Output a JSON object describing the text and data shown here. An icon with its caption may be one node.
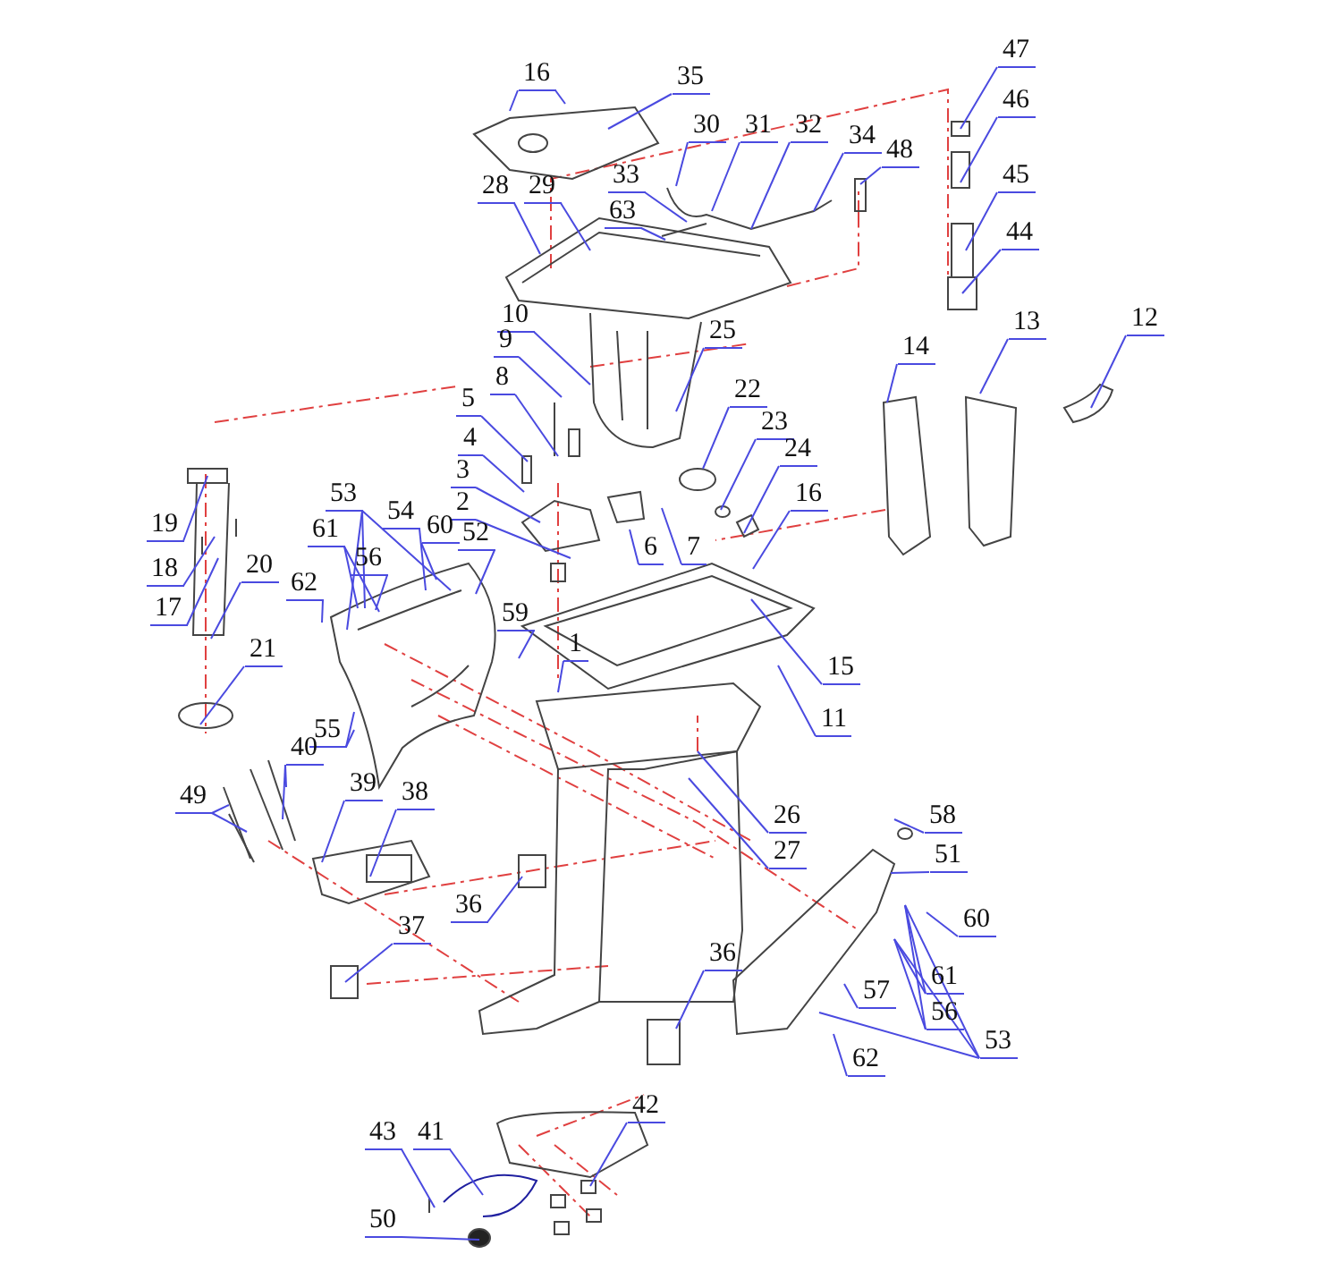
{
  "diagram": {
    "nodes": [
      {
        "text": [
          "16"
        ]
      },
      {
        "text": [
          "35"
        ]
      },
      {
        "text": [
          "47"
        ]
      },
      {
        "text": [
          "46"
        ]
      },
      {
        "text": [
          "45"
        ]
      },
      {
        "text": [
          "44"
        ]
      },
      {
        "text": [
          "30"
        ]
      },
      {
        "text": [
          "31"
        ]
      },
      {
        "text": [
          "32"
        ]
      },
      {
        "text": [
          "34"
        ]
      },
      {
        "text": [
          "48"
        ]
      },
      {
        "text": [
          "33"
        ]
      },
      {
        "text": [
          "63"
        ]
      },
      {
        "text": [
          "28"
        ]
      },
      {
        "text": [
          "29"
        ]
      },
      {
        "text": [
          "10"
        ]
      },
      {
        "text": [
          "9"
        ]
      },
      {
        "text": [
          "8"
        ]
      },
      {
        "text": [
          "5"
        ]
      },
      {
        "text": [
          "4"
        ]
      },
      {
        "text": [
          "3"
        ]
      },
      {
        "text": [
          "2"
        ]
      },
      {
        "text": [
          "25"
        ]
      },
      {
        "text": [
          "22"
        ]
      },
      {
        "text": [
          "23"
        ]
      },
      {
        "text": [
          "24"
        ]
      },
      {
        "text": [
          "16"
        ]
      },
      {
        "text": [
          "6"
        ]
      },
      {
        "text": [
          "7"
        ]
      },
      {
        "text": [
          "14"
        ]
      },
      {
        "text": [
          "13"
        ]
      },
      {
        "text": [
          "12"
        ]
      },
      {
        "text": [
          "15"
        ]
      },
      {
        "text": [
          "11"
        ]
      },
      {
        "text": [
          "19"
        ]
      },
      {
        "text": [
          "18"
        ]
      },
      {
        "text": [
          "17"
        ]
      },
      {
        "text": [
          "20"
        ]
      },
      {
        "text": [
          "21"
        ]
      },
      {
        "text": [
          "53"
        ]
      },
      {
        "text": [
          "61"
        ]
      },
      {
        "text": [
          "54"
        ]
      },
      {
        "text": [
          "60"
        ]
      },
      {
        "text": [
          "52"
        ]
      },
      {
        "text": [
          "56"
        ]
      },
      {
        "text": [
          "62"
        ]
      },
      {
        "text": [
          "59"
        ]
      },
      {
        "text": [
          "1"
        ]
      },
      {
        "text": [
          "55"
        ]
      },
      {
        "text": [
          "40"
        ]
      },
      {
        "text": [
          "49"
        ]
      },
      {
        "text": [
          "39"
        ]
      },
      {
        "text": [
          "38"
        ]
      },
      {
        "text": [
          "26"
        ]
      },
      {
        "text": [
          "27"
        ]
      },
      {
        "text": [
          "36"
        ]
      },
      {
        "text": [
          "37"
        ]
      },
      {
        "text": [
          "58"
        ]
      },
      {
        "text": [
          "51"
        ]
      },
      {
        "text": [
          "60"
        ]
      },
      {
        "text": [
          "61"
        ]
      },
      {
        "text": [
          "56"
        ]
      },
      {
        "text": [
          "57"
        ]
      },
      {
        "text": [
          "53"
        ]
      },
      {
        "text": [
          "62"
        ]
      },
      {
        "text": [
          "36"
        ]
      },
      {
        "text": [
          "43"
        ]
      },
      {
        "text": [
          "41"
        ]
      },
      {
        "text": [
          "42"
        ]
      },
      {
        "text": [
          "50"
        ]
      }
    ],
    "edges": [
      {
        "from": 0,
        "to": null,
        "arrow": "none"
      },
      {
        "from": 0,
        "to": null,
        "arrow": "none"
      },
      {
        "from": 1,
        "to": null,
        "arrow": "none"
      },
      {
        "from": 2,
        "to": null,
        "arrow": "none"
      },
      {
        "from": 3,
        "to": null,
        "arrow": "none"
      },
      {
        "from": 4,
        "to": null,
        "arrow": "none"
      },
      {
        "from": 5,
        "to": null,
        "arrow": "none"
      },
      {
        "from": 6,
        "to": null,
        "arrow": "none"
      },
      {
        "from": 7,
        "to": null,
        "arrow": "none"
      },
      {
        "from": 8,
        "to": null,
        "arrow": "none"
      },
      {
        "from": 9,
        "to": null,
        "arrow": "none"
      },
      {
        "from": 10,
        "to": null,
        "arrow": "none"
      },
      {
        "from": 11,
        "to": null,
        "arrow": "none"
      },
      {
        "from": 12,
        "to": null,
        "arrow": "none"
      },
      {
        "from": 13,
        "to": null,
        "arrow": "none"
      },
      {
        "from": 14,
        "to": null,
        "arrow": "none"
      },
      {
        "from": 15,
        "to": null,
        "arrow": "none"
      },
      {
        "from": 16,
        "to": null,
        "arrow": "none"
      },
      {
        "from": 17,
        "to": null,
        "arrow": "none"
      },
      {
        "from": 18,
        "to": null,
        "arrow": "none"
      },
      {
        "from": 19,
        "to": null,
        "arrow": "none"
      },
      {
        "from": 20,
        "to": null,
        "arrow": "none"
      },
      {
        "from": 21,
        "to": null,
        "arrow": "none"
      },
      {
        "from": 22,
        "to": null,
        "arrow": "none"
      },
      {
        "from": 23,
        "to": null,
        "arrow": "none"
      },
      {
        "from": 24,
        "to": null,
        "arrow": "none"
      },
      {
        "from": 25,
        "to": null,
        "arrow": "none"
      },
      {
        "from": 26,
        "to": null,
        "arrow": "none"
      },
      {
        "from": 27,
        "to": null,
        "arrow": "none"
      },
      {
        "from": 28,
        "to": null,
        "arrow": "none"
      },
      {
        "from": 29,
        "to": null,
        "arrow": "none"
      },
      {
        "from": 30,
        "to": null,
        "arrow": "none"
      },
      {
        "from": 31,
        "to": null,
        "arrow": "none"
      },
      {
        "from": 32,
        "to": null,
        "arrow": "none"
      },
      {
        "from": 33,
        "to": null,
        "arrow": "none"
      },
      {
        "from": 34,
        "to": null,
        "arrow": "none"
      },
      {
        "from": 35,
        "to": null,
        "arrow": "none"
      },
      {
        "from": 36,
        "to": null,
        "arrow": "none"
      },
      {
        "from": 37,
        "to": null,
        "arrow": "none"
      },
      {
        "from": 38,
        "to": null,
        "arrow": "none"
      },
      {
        "from": 39,
        "to": null,
        "arrow": "none"
      },
      {
        "from": 39,
        "to": null,
        "arrow": "none"
      },
      {
        "from": 39,
        "to": null,
        "arrow": "none"
      },
      {
        "from": 40,
        "to": null,
        "arrow": "none"
      },
      {
        "from": 40,
        "to": null,
        "arrow": "none"
      },
      {
        "from": 41,
        "to": null,
        "arrow": "none"
      },
      {
        "from": 42,
        "to": null,
        "arrow": "none"
      },
      {
        "from": 43,
        "to": null,
        "arrow": "none"
      },
      {
        "from": 44,
        "to": null,
        "arrow": "none"
      },
      {
        "from": 45,
        "to": null,
        "arrow": "none"
      },
      {
        "from": 46,
        "to": null,
        "arrow": "none"
      },
      {
        "from": 47,
        "to": null,
        "arrow": "none"
      },
      {
        "from": 48,
        "to": null,
        "arrow": "none"
      },
      {
        "from": 48,
        "to": null,
        "arrow": "none"
      },
      {
        "from": 49,
        "to": null,
        "arrow": "none"
      },
      {
        "from": 49,
        "to": null,
        "arrow": "none"
      },
      {
        "from": 50,
        "to": null,
        "arrow": "none"
      },
      {
        "from": 50,
        "to": null,
        "arrow": "none"
      },
      {
        "from": 51,
        "to": null,
        "arrow": "none"
      },
      {
        "from": 52,
        "to": null,
        "arrow": "none"
      },
      {
        "from": 53,
        "to": null,
        "arrow": "none"
      },
      {
        "from": 54,
        "to": null,
        "arrow": "none"
      },
      {
        "from": 55,
        "to": null,
        "arrow": "none"
      },
      {
        "from": 56,
        "to": null,
        "arrow": "none"
      },
      {
        "from": 57,
        "to": null,
        "arrow": "none"
      },
      {
        "from": 58,
        "to": null,
        "arrow": "none"
      },
      {
        "from": 59,
        "to": null,
        "arrow": "none"
      },
      {
        "from": 60,
        "to": null,
        "arrow": "none"
      },
      {
        "from": 60,
        "to": null,
        "arrow": "none"
      },
      {
        "from": 61,
        "to": null,
        "arrow": "none"
      },
      {
        "from": 61,
        "to": null,
        "arrow": "none"
      },
      {
        "from": 62,
        "to": null,
        "arrow": "none"
      },
      {
        "from": 63,
        "to": null,
        "arrow": "none"
      },
      {
        "from": 63,
        "to": null,
        "arrow": "none"
      },
      {
        "from": 63,
        "to": null,
        "arrow": "none"
      },
      {
        "from": 64,
        "to": null,
        "arrow": "none"
      },
      {
        "from": 65,
        "to": null,
        "arrow": "none"
      },
      {
        "from": 66,
        "to": null,
        "arrow": "none"
      },
      {
        "from": 67,
        "to": null,
        "arrow": "none"
      },
      {
        "from": 68,
        "to": null,
        "arrow": "none"
      },
      {
        "from": 69,
        "to": null,
        "arrow": "none"
      }
    ]
  }
}
